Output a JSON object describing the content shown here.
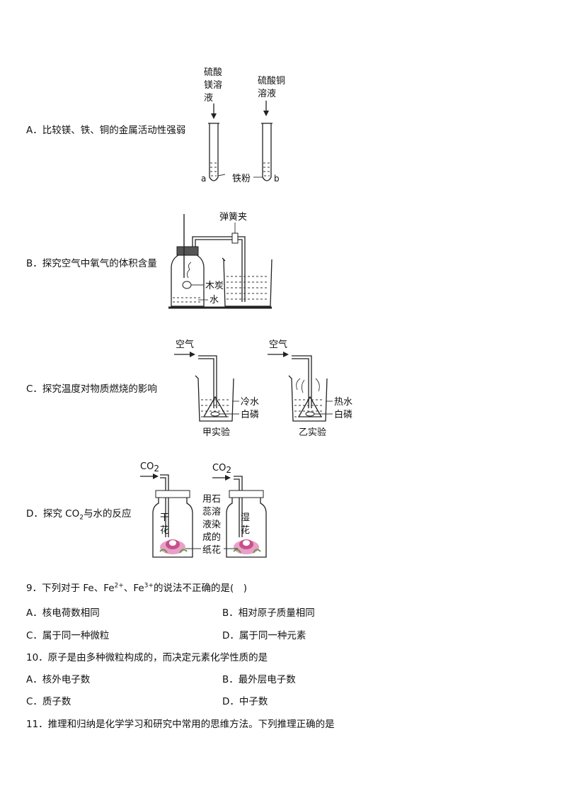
{
  "options_prev": [
    {
      "letter": "A",
      "text": "A．比较镁、铁、铜的金属活动性强弱",
      "figure": {
        "label_left_top": [
          "硫酸",
          "镁溶",
          "液"
        ],
        "label_right_top": [
          "硫酸铜",
          "溶液"
        ],
        "tube_left_mark": "a",
        "middle_label": "铁粉",
        "tube_right_mark": "b"
      }
    },
    {
      "letter": "B",
      "text": "B．探究空气中氧气的体积含量",
      "figure": {
        "clamp_label": "弹簧夹",
        "charcoal_label": "木炭",
        "water_label": "水"
      }
    },
    {
      "letter": "C",
      "text": "C．探究温度对物质燃烧的影响",
      "figure": {
        "air_left": "空气",
        "air_right": "空气",
        "cold_water": "冷水",
        "white_p_left": "白磷",
        "hot_water": "热水",
        "white_p_right": "白磷",
        "exp_left": "甲实验",
        "exp_right": "乙实验"
      }
    },
    {
      "letter": "D",
      "text_prefix": "D．探究 CO",
      "text_sub": "2",
      "text_suffix": "与水的反应",
      "figure": {
        "co2_left": "CO",
        "co2_left_sub": "2",
        "co2_right": "CO",
        "co2_right_sub": "2",
        "dry_flower": [
          "干",
          "花"
        ],
        "wet_flower": [
          "湿",
          "花"
        ],
        "middle_label": [
          "用石",
          "蕊溶",
          "液染",
          "成的",
          "纸花"
        ]
      }
    }
  ],
  "q9": {
    "stem_a": "9．下列对于 Fe、Fe",
    "sup1": "2+",
    "stem_b": "、Fe",
    "sup2": "3+",
    "stem_c": "的说法不正确的是(　)",
    "options": [
      "A．核电荷数相同",
      "B．相对原子质量相同",
      "C．属于同一种微粒",
      "D．属于同一种元素"
    ]
  },
  "q10": {
    "stem": "10．原子是由多种微粒构成的，而决定元素化学性质的是",
    "options": [
      "A．核外电子数",
      "B．最外层电子数",
      "C．质子数",
      "D．中子数"
    ]
  },
  "q11": {
    "stem": "11．推理和归纳是化学学习和研究中常用的思维方法。下列推理正确的是"
  },
  "colors": {
    "flower_pink": "#e8a0c8",
    "flower_dark": "#b0306a",
    "flower_leaf": "#6a9a4a"
  }
}
